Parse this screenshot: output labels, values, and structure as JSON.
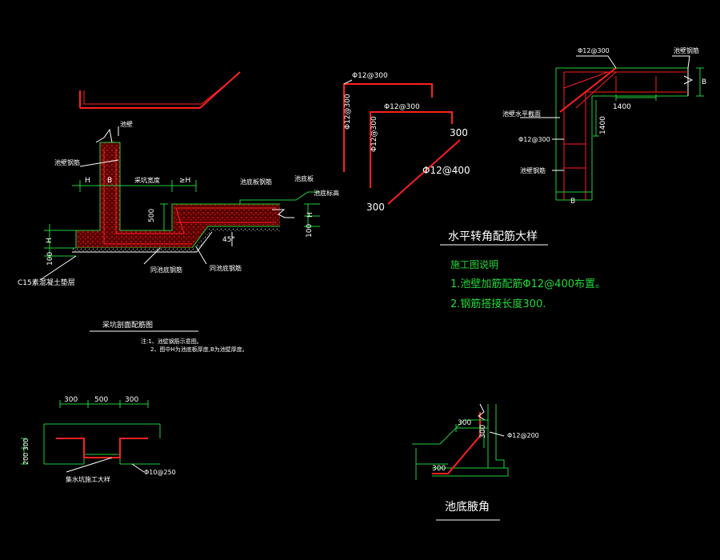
{
  "colors": {
    "background": "#000000",
    "concrete": "#1fd13a",
    "rebar": "#ff2020",
    "text": "#ffffff",
    "notes": "#22d93a"
  },
  "section": {
    "wall_label": "池壁",
    "wall_rebar": "池壁钢筋",
    "dim_H1": "H",
    "dim_B": "B",
    "pit_width": "采坑宽度",
    "dim_H2": "≥H",
    "floor_rebar": "池底板钢筋",
    "floor_label": "池底板",
    "floor_elev": "池底标高",
    "dim_500": "500",
    "dim_H3": "H",
    "dim_100a": "100",
    "dim_H4": "H",
    "dim_100b": "100",
    "angle": "45°",
    "same_floor_rebar_1": "同池底钢筋",
    "same_floor_rebar_2": "同池底钢筋",
    "cushion": "C15素混凝土垫层",
    "title": "采坑剖面配筋图",
    "note1": "注:1、池壁钢筋示意图。",
    "note2": "2、图中H为池底板厚度,B为池壁厚度。"
  },
  "corner_small": {
    "rebar1": "Φ12@300",
    "rebar2": "Φ12@300",
    "rebar3": "Φ12@300",
    "rebar4": "Φ12@300",
    "dim_300a": "300",
    "rebar5": "Φ12@400",
    "dim_300b": "300"
  },
  "corner_plan": {
    "rebar_top": "Φ12@300",
    "wall_rebar": "池壁钢筋",
    "dim_B1": "B",
    "wall_plane": "池壁水平截面",
    "dim_1400a": "1400",
    "rebar_mid": "Φ12@300",
    "dim_1400b": "1400",
    "tie_rebar": "池壁钢筋",
    "dim_B2": "B"
  },
  "notes": {
    "title": "水平转角配筋大样",
    "header": "施工图说明",
    "line1": "1.池壁加筋配筋Φ12@400布置。",
    "line2": "2.钢筋搭接长度300."
  },
  "detail_pit": {
    "dim_300a": "300",
    "dim_500": "500",
    "dim_300b": "300",
    "dim_side": "200 300",
    "rebar": "Φ10@250",
    "title": "集水坑施工大样"
  },
  "detail_haunch": {
    "dim_300a": "300",
    "dim_300b": "300",
    "rebar": "Φ12@200",
    "dim_300c": "300",
    "title": "池底腋角"
  }
}
